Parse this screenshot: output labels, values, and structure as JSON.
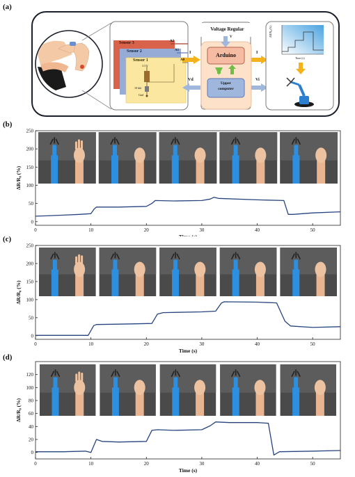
{
  "panel_a": {
    "label": "(a)",
    "sensors": [
      "Sensor 3",
      "Sensor 2",
      "Sensor 1"
    ],
    "pins": [
      "A2",
      "A1",
      "A0"
    ],
    "circuit_voltage": "3.3 V",
    "circuit_resistor": "10 kΩ",
    "circuit_gnd": "Gnd",
    "voltage_regular": "Voltage Regular",
    "arduino": "Arduino",
    "upper_computer_line1": "Upper",
    "upper_computer_line2": "computer",
    "v_label": "V",
    "i_label_left": "I",
    "i_label_right": "I",
    "vd_label": "Vd",
    "vi_label": "Vi",
    "mini_plot_ylabel": "ΔR/R₀ (%)",
    "mini_plot_xlabel": "Time (s)"
  },
  "chart_data": [
    {
      "type": "line",
      "panel": "(b)",
      "xlabel": "Time (s)",
      "ylabel": "ΔR/R₀ (%)",
      "xlim": [
        0,
        55
      ],
      "ylim": [
        -10,
        250
      ],
      "xticks": [
        0,
        10,
        20,
        30,
        40,
        50
      ],
      "yticks": [
        0,
        50,
        100,
        150,
        200,
        250
      ],
      "x": [
        0,
        2,
        5,
        8,
        10,
        10.6,
        11,
        15,
        20,
        21,
        21.6,
        25,
        30,
        31.5,
        32.2,
        33,
        40,
        44.8,
        45.6,
        46.5,
        50,
        55
      ],
      "y": [
        15,
        16,
        18,
        20,
        22,
        35,
        40,
        40,
        42,
        50,
        58,
        57,
        58,
        62,
        67,
        64,
        60,
        58,
        20,
        20,
        24,
        27
      ]
    },
    {
      "type": "line",
      "panel": "(c)",
      "xlabel": "Time (s)",
      "ylabel": "ΔR/R₀ (%)",
      "xlim": [
        0,
        55
      ],
      "ylim": [
        -10,
        250
      ],
      "xticks": [
        0,
        10,
        20,
        30,
        40,
        50
      ],
      "yticks": [
        0,
        50,
        100,
        150,
        200,
        250
      ],
      "x": [
        0,
        5,
        9.5,
        10.5,
        11,
        15,
        21,
        22,
        23,
        30,
        32.5,
        33.5,
        34,
        40,
        43.5,
        45,
        46,
        50,
        55
      ],
      "y": [
        1,
        1,
        1,
        28,
        31,
        32,
        34,
        60,
        64,
        66,
        68,
        90,
        94,
        93,
        91,
        40,
        27,
        23,
        25
      ]
    },
    {
      "type": "line",
      "panel": "(d)",
      "xlabel": "Time (s)",
      "ylabel": "ΔR/R₀ (%)",
      "xlim": [
        0,
        55
      ],
      "ylim": [
        -10,
        140
      ],
      "xticks": [
        0,
        10,
        20,
        30,
        40,
        50
      ],
      "yticks": [
        0,
        20,
        40,
        60,
        80,
        100,
        120
      ],
      "x": [
        0,
        5,
        9,
        10,
        11,
        12,
        15,
        20,
        21,
        22,
        25,
        30,
        31.5,
        32.5,
        35,
        40,
        42,
        43,
        44,
        50,
        55
      ],
      "y": [
        1,
        1,
        2,
        0,
        20,
        17,
        16,
        17,
        34,
        35,
        34,
        35,
        41,
        47,
        46,
        46,
        45,
        -4,
        1,
        2,
        3
      ]
    }
  ]
}
